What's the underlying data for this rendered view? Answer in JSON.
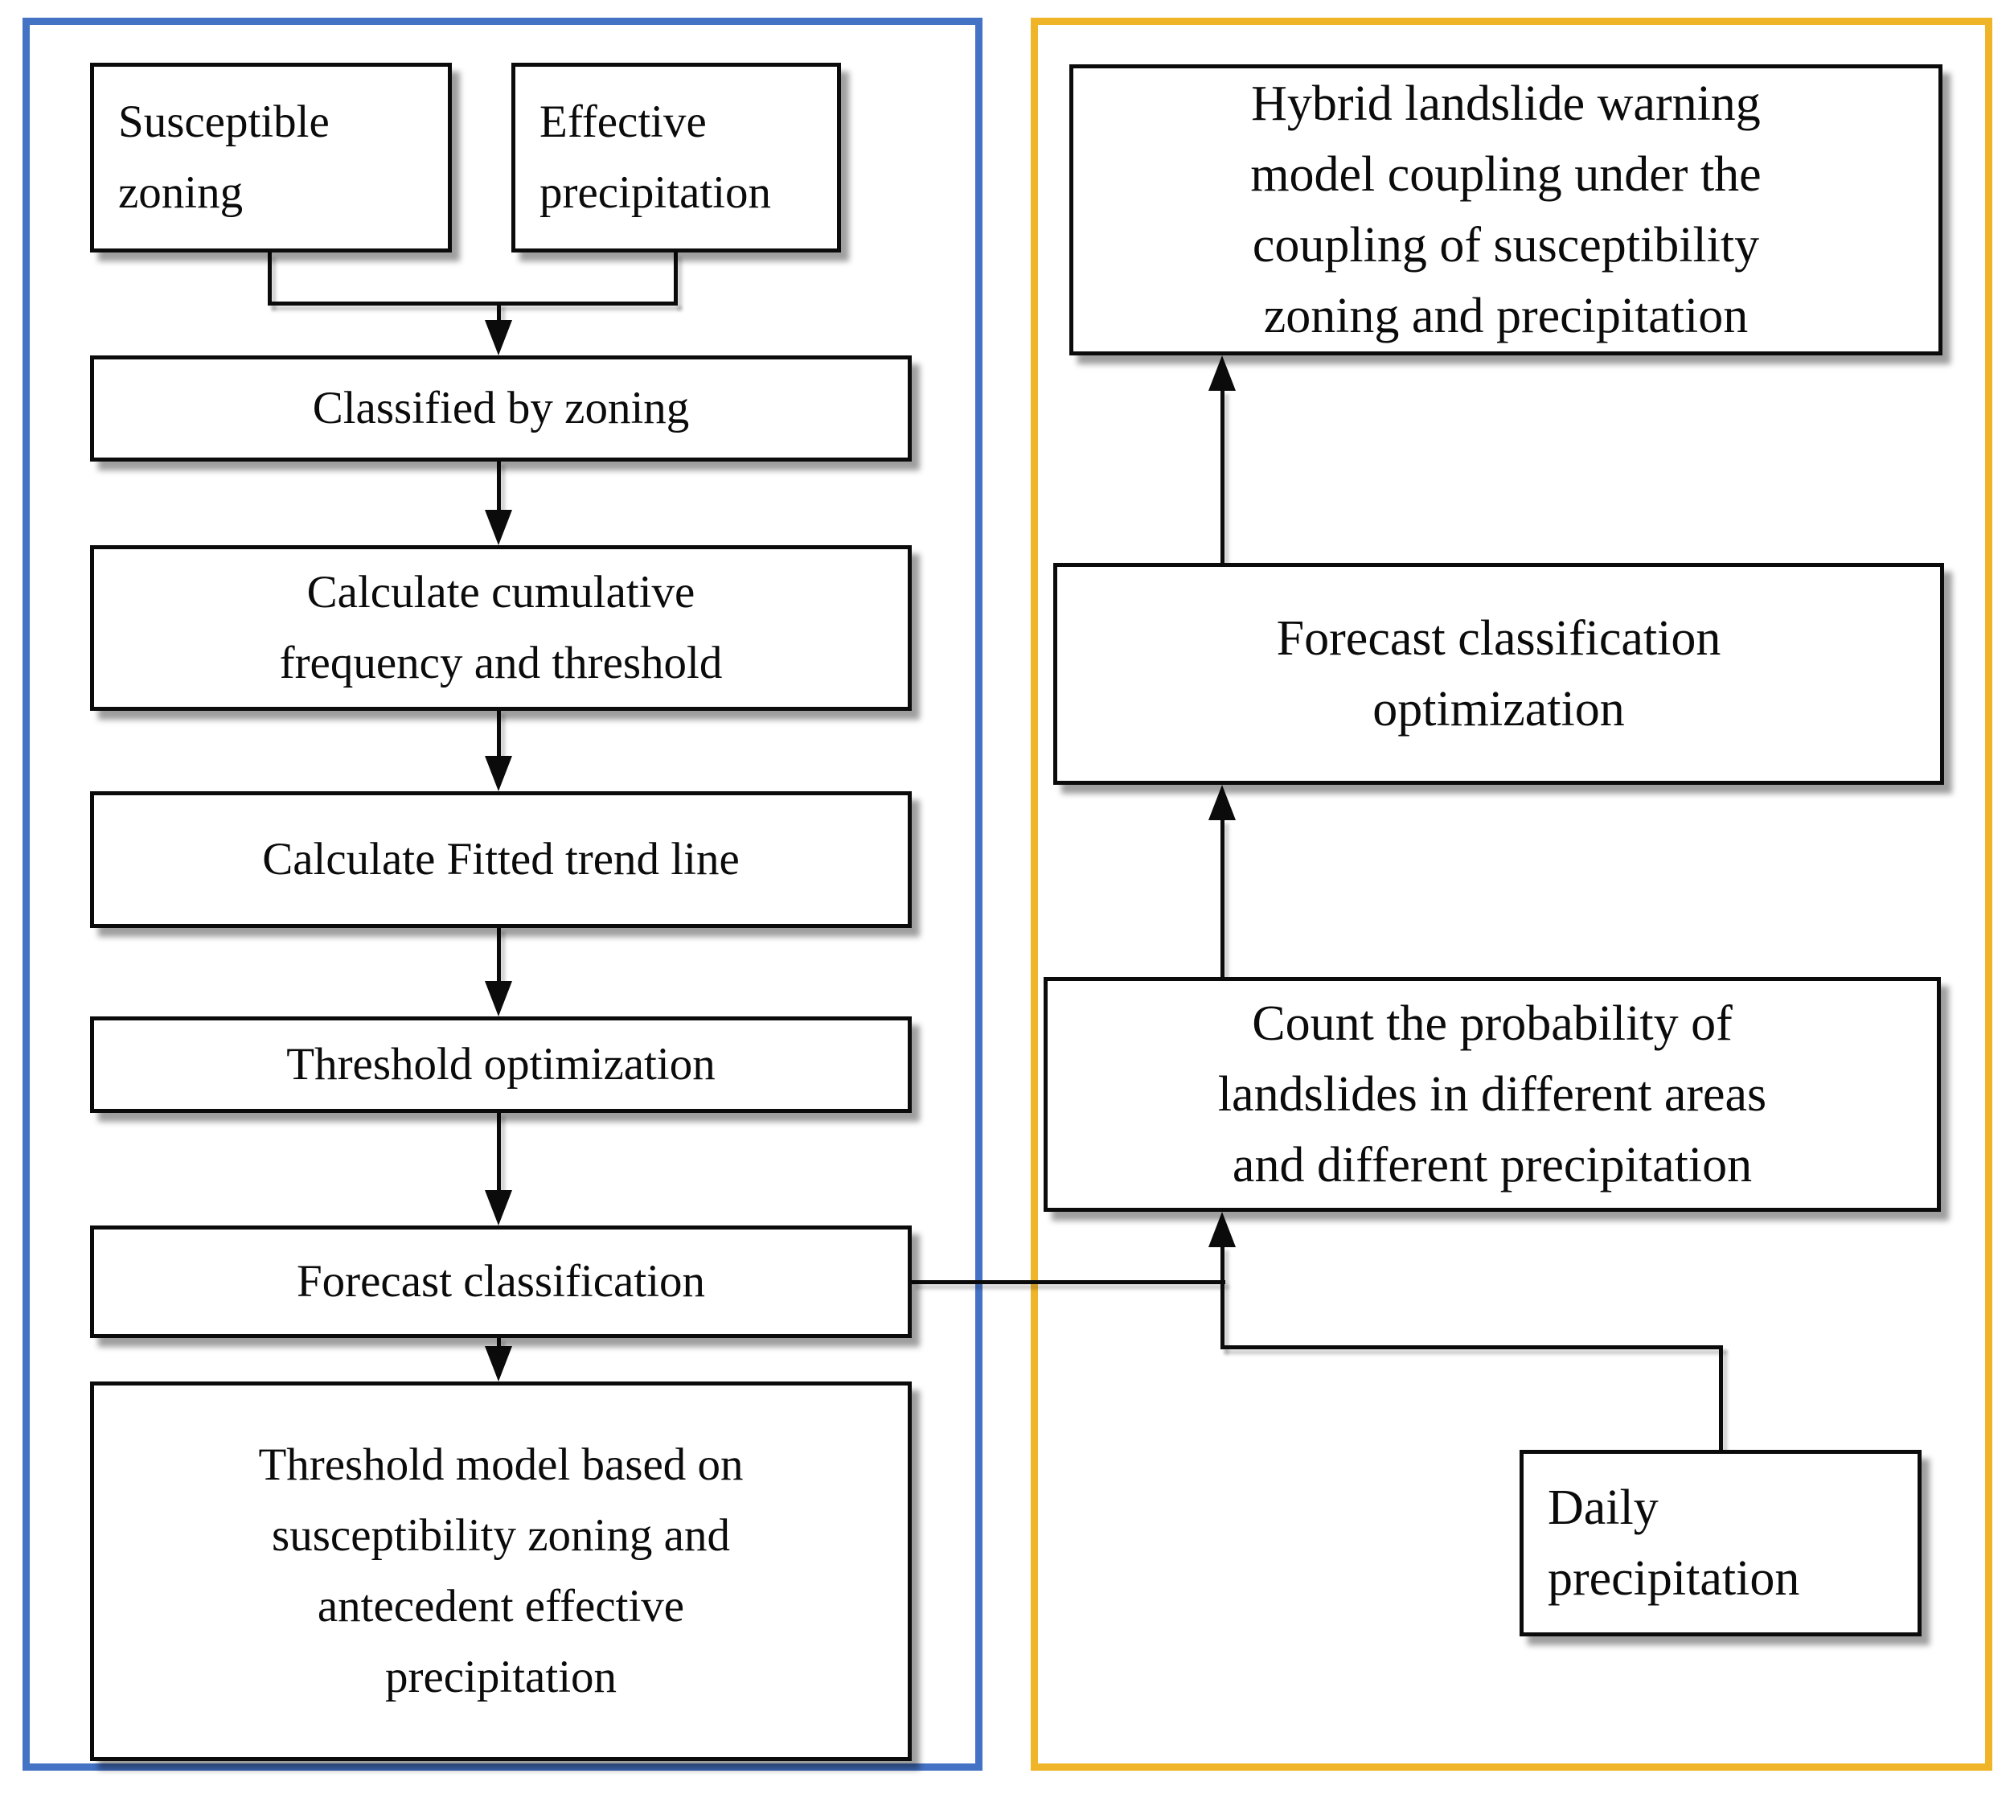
{
  "figure": {
    "type": "flowchart",
    "description": "Two-panel landslide warning model workflow flowchart"
  },
  "panels": {
    "left": {
      "border_color": "#4472C4"
    },
    "right": {
      "border_color": "#F0B428"
    }
  },
  "boxes": {
    "susceptible_zoning": {
      "label": "Susceptible\nzoning"
    },
    "effective_precipitation": {
      "label": "Effective\nprecipitation"
    },
    "classified_by_zoning": {
      "label": "Classified by zoning"
    },
    "calculate_cumulative": {
      "label": "Calculate cumulative\nfrequency and threshold"
    },
    "calculate_fitted": {
      "label": "Calculate Fitted trend line"
    },
    "threshold_optimization": {
      "label": "Threshold optimization"
    },
    "forecast_classification": {
      "label": "Forecast classification"
    },
    "threshold_model": {
      "label": "Threshold model based on\nsusceptibility zoning and\nantecedent effective\nprecipitation"
    },
    "hybrid_model": {
      "label": "Hybrid landslide warning\nmodel coupling under the\ncoupling of susceptibility\nzoning and precipitation"
    },
    "forecast_classification_optimization": {
      "label": "Forecast classification\noptimization"
    },
    "count_probability": {
      "label": "Count the probability of\nlandslides in different areas\nand different precipitation"
    },
    "daily_precipitation": {
      "label": "Daily\nprecipitation"
    }
  },
  "line_color": "#0b0b0b"
}
